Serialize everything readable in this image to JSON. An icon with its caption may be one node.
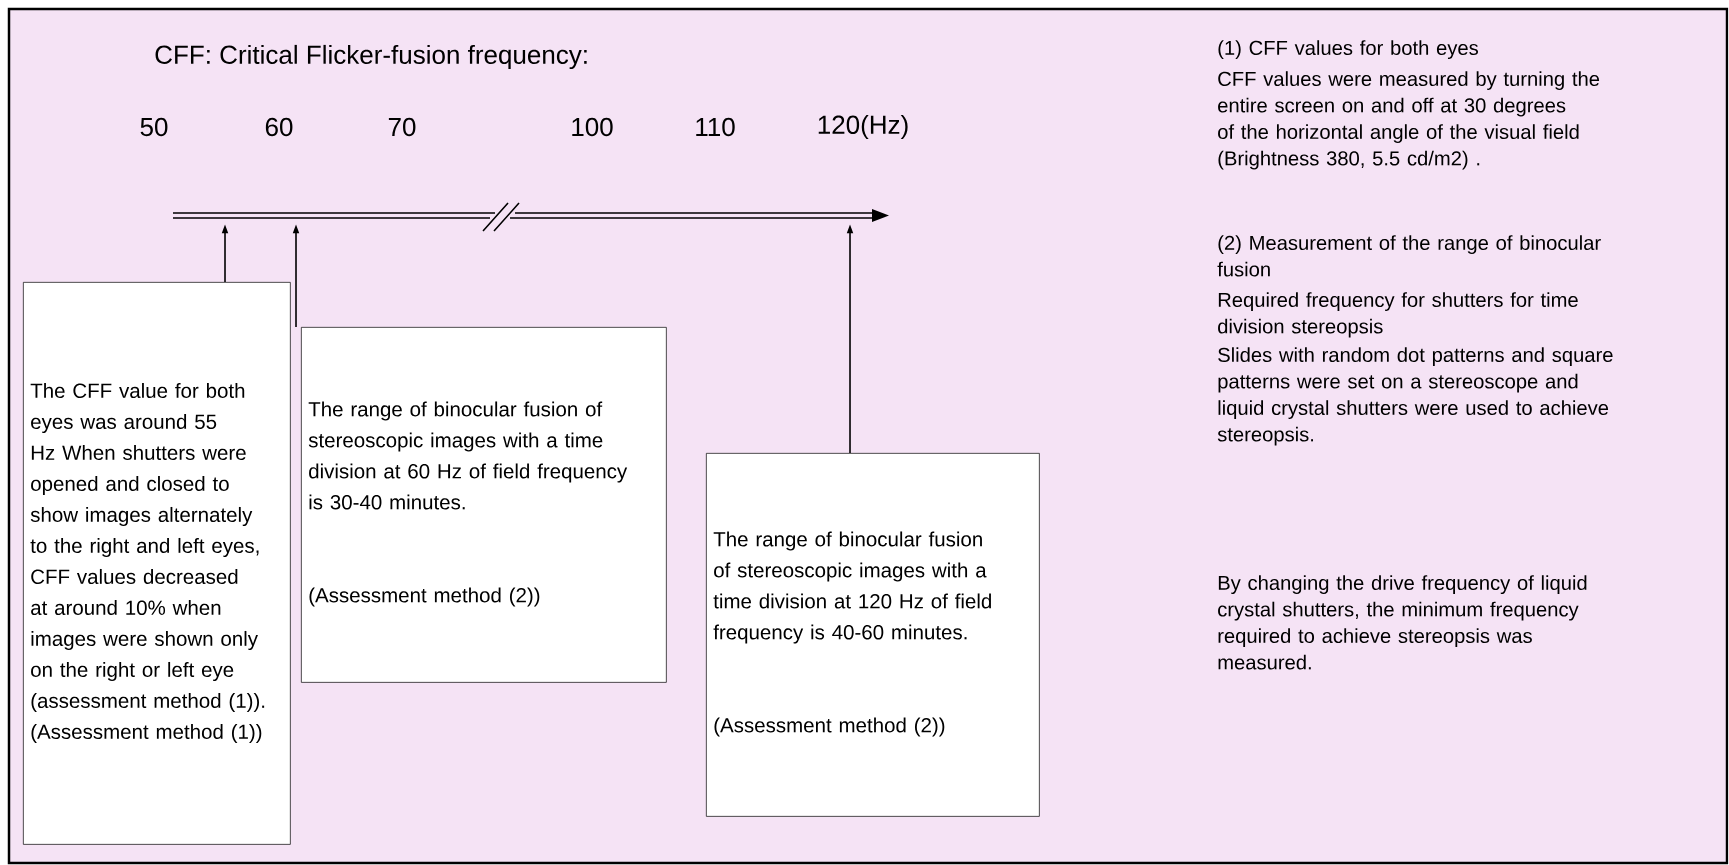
{
  "diagram": {
    "title": "CFF: Critical Flicker-fusion frequency:",
    "nodes": [
      {
        "text": [],
        "shape": "arrow"
      },
      {
        "text": [
          "The CFF value for both eyes was around 55 Hz When shutters were opened and closed to show images alternately to the right and left eyes, CFF values decreased at around 10% when images were shown only on the right or left eye (assessment method (1)).",
          "(Assessment method (1))"
        ]
      },
      {
        "text": [
          "The range of binocular fusion of stereoscopic images with a time division at 60 Hz of field frequency is 30-40 minutes.",
          "(Assessment method (2))"
        ]
      },
      {
        "text": [
          "The range of binocular fusion of stereoscopic images with a time division at 120 Hz of field frequency is 40-60 minutes.",
          "(Assessment method (2))"
        ]
      }
    ],
    "edges": [
      {
        "from": 1,
        "to": 0,
        "arrow": "to"
      },
      {
        "from": 2,
        "to": 0,
        "arrow": "to"
      },
      {
        "from": 3,
        "to": 0,
        "arrow": "to"
      }
    ],
    "labels": [
      "50",
      "60",
      "70",
      "100",
      "110",
      "120(Hz)",
      "(1) CFF values for both eyes",
      "CFF values were measured by turning the entire screen on and off at 30 degrees of the horizontal angle of the visual field (Brightness 380, 5.5 cd/m2) .",
      "(2) Measurement of the range of binocular fusion",
      "Required frequency for shutters for time division stereopsis",
      "Slides with random dot patterns and square patterns were set on a stereoscope and liquid crystal shutters were used to achieve stereopsis.",
      "By changing the drive frequency of liquid crystal shutters, the minimum frequency required to achieve stereopsis was measured."
    ]
  }
}
